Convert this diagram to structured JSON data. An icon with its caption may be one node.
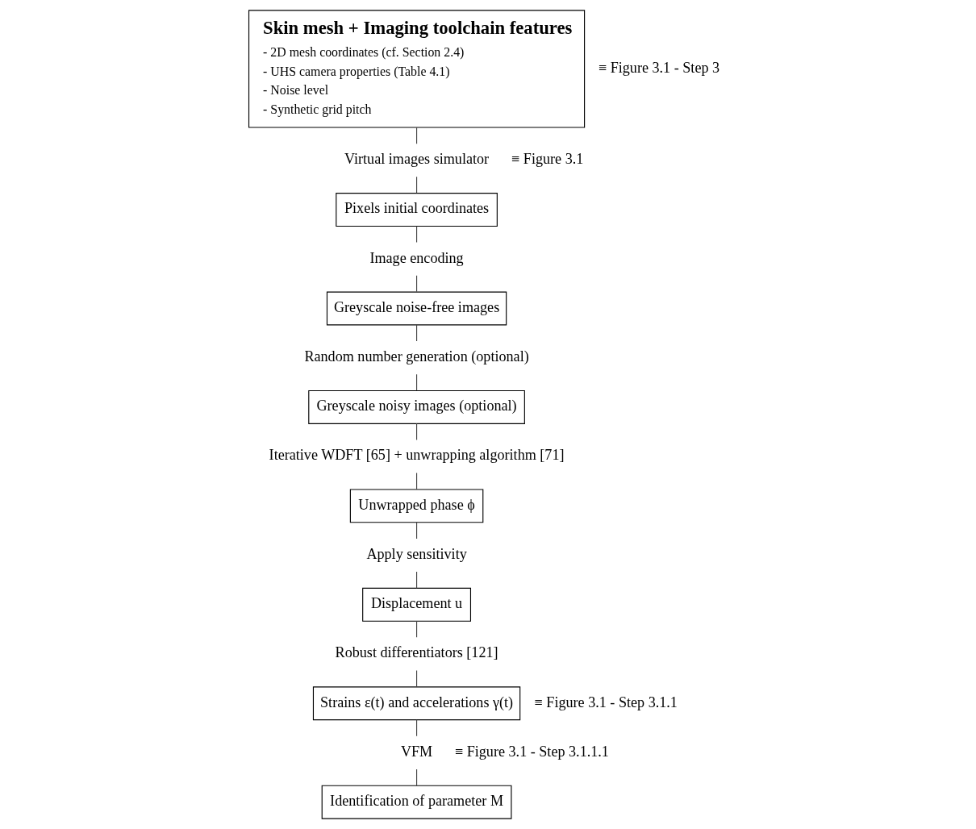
{
  "diagram": {
    "nodes": [
      {
        "text": [
          "Skin mesh + Imaging toolchain features",
          "- 2D mesh coordinates (cf. Section 2.4)",
          "- UHS camera properties (Table 4.1)",
          "- Noise level",
          "- Synthetic grid pitch"
        ],
        "beside": [
          "≡ Figure 3.1 - Step 3"
        ]
      },
      {
        "text": [
          "Virtual images simulator"
        ],
        "beside": [
          "≡ Figure 3.1"
        ]
      },
      {
        "text": [
          "Pixels initial coordinates"
        ]
      },
      {
        "text": [
          "Image encoding"
        ]
      },
      {
        "text": [
          "Greyscale noise-free images"
        ]
      },
      {
        "text": [
          "Random number generation (optional)"
        ]
      },
      {
        "text": [
          "Greyscale noisy images (optional)"
        ]
      },
      {
        "text": [
          "Iterative WDFT [65] + unwrapping algorithm [71]"
        ]
      },
      {
        "text": [
          "Unwrapped phase ϕ"
        ]
      },
      {
        "text": [
          "Apply sensitivity"
        ]
      },
      {
        "text": [
          "Displacement u"
        ]
      },
      {
        "text": [
          "Robust differentiators [121]"
        ]
      },
      {
        "text": [
          "Strains ε(t) and accelerations γ(t)"
        ],
        "beside": [
          "≡ Figure 3.1 - Step 3.1.1"
        ]
      },
      {
        "text": [
          "VFM"
        ],
        "beside": [
          "≡ Figure 3.1 - Step 3.1.1.1"
        ]
      },
      {
        "text": [
          "Identification of parameter M"
        ]
      }
    ],
    "edges": [
      {
        "from": 0,
        "to": 1,
        "arrow": "none"
      },
      {
        "from": 1,
        "to": 2,
        "arrow": "none"
      },
      {
        "from": 2,
        "to": 3,
        "arrow": "none"
      },
      {
        "from": 3,
        "to": 4,
        "arrow": "none"
      },
      {
        "from": 4,
        "to": 5,
        "arrow": "none"
      },
      {
        "from": 5,
        "to": 6,
        "arrow": "none"
      },
      {
        "from": 6,
        "to": 7,
        "arrow": "none"
      },
      {
        "from": 7,
        "to": 8,
        "arrow": "none"
      },
      {
        "from": 8,
        "to": 9,
        "arrow": "none"
      },
      {
        "from": 9,
        "to": 10,
        "arrow": "none"
      },
      {
        "from": 10,
        "to": 11,
        "arrow": "none"
      },
      {
        "from": 11,
        "to": 12,
        "arrow": "none"
      },
      {
        "from": 12,
        "to": 13,
        "arrow": "none"
      },
      {
        "from": 13,
        "to": 14,
        "arrow": "none"
      }
    ]
  }
}
